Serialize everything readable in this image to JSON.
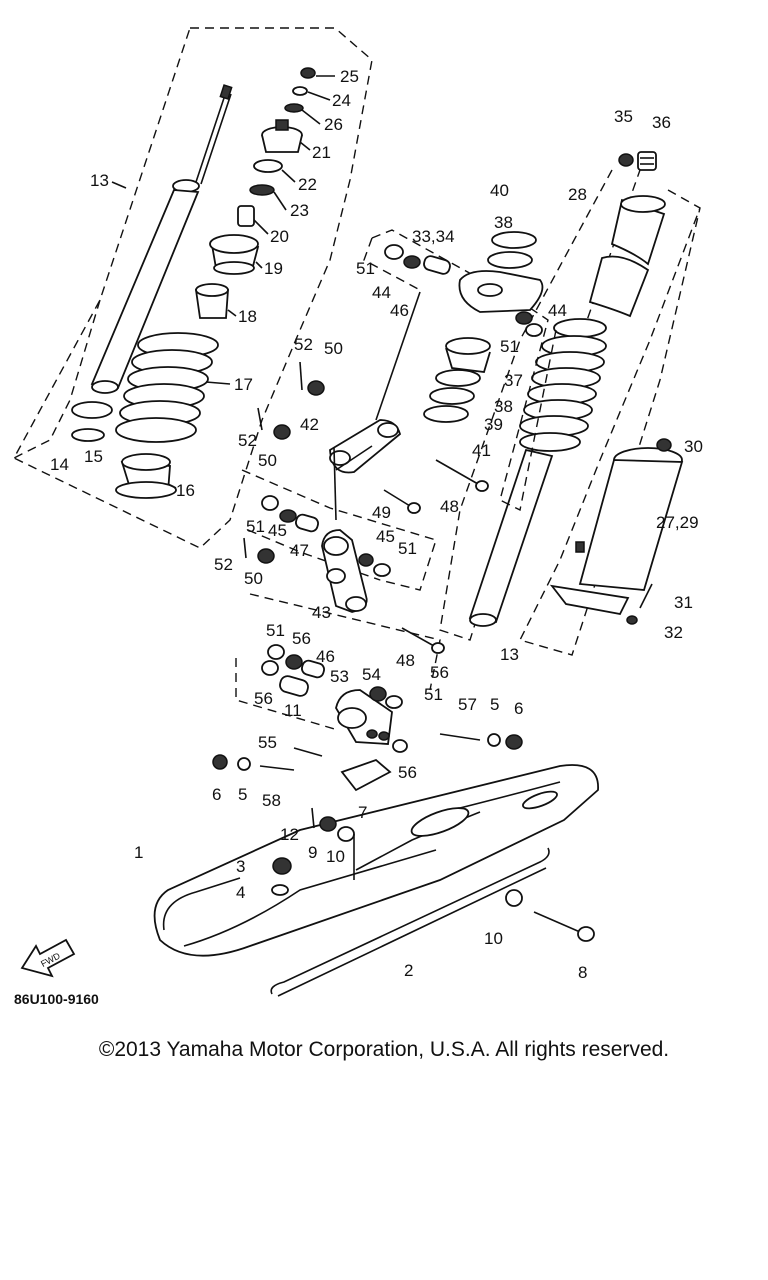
{
  "diagram": {
    "code": "86U100-9160",
    "fwd_label": "FWD",
    "labels": {
      "p1": "1",
      "p2": "2",
      "p3": "3",
      "p4": "4",
      "p5a": "5",
      "p5b": "5",
      "p6a": "6",
      "p6b": "6",
      "p7": "7",
      "p8": "8",
      "p9": "9",
      "p10a": "10",
      "p10b": "10",
      "p11": "11",
      "p12": "12",
      "p13a": "13",
      "p13b": "13",
      "p14": "14",
      "p15": "15",
      "p16": "16",
      "p17": "17",
      "p18": "18",
      "p19": "19",
      "p20": "20",
      "p21": "21",
      "p22": "22",
      "p23": "23",
      "p24": "24",
      "p25": "25",
      "p26": "26",
      "p27": "27,29",
      "p28": "28",
      "p30": "30",
      "p31": "31",
      "p32": "32",
      "p33": "33,34",
      "p35": "35",
      "p36": "36",
      "p37": "37",
      "p38a": "38",
      "p38b": "38",
      "p39": "39",
      "p40": "40",
      "p41": "41",
      "p42": "42",
      "p43": "43",
      "p44a": "44",
      "p44b": "44",
      "p45a": "45",
      "p45b": "45",
      "p46a": "46",
      "p46b": "46",
      "p47": "47",
      "p48a": "48",
      "p48b": "48",
      "p49": "49",
      "p50a": "50",
      "p50b": "50",
      "p50c": "50",
      "p51a": "51",
      "p51b": "51",
      "p51c": "51",
      "p51d": "51",
      "p51e": "51",
      "p51f": "51",
      "p52a": "52",
      "p52b": "52",
      "p52c": "52",
      "p53": "53",
      "p54": "54",
      "p55": "55",
      "p56a": "56",
      "p56b": "56",
      "p56c": "56",
      "p56d": "56",
      "p57": "57",
      "p58": "58"
    }
  },
  "footer": {
    "copyright": "©2013 Yamaha Motor Corporation, U.S.A. All rights reserved."
  }
}
